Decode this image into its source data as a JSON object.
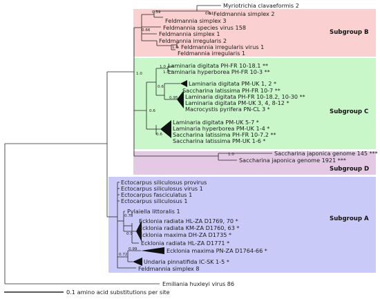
{
  "subgroups": {
    "b": {
      "label": "Subgroup B",
      "color": "#fbd0d0"
    },
    "c": {
      "label": "Subgroup C",
      "color": "#c9f7c9"
    },
    "d": {
      "label": "Subgroup D",
      "color": "#e3c9e3"
    },
    "a": {
      "label": "Subgroup A",
      "color": "#cacaf8"
    }
  },
  "taxa": {
    "myrio": "Myriotrichia clavaeformis 2",
    "fsimp2": "Feldmannia simplex 2",
    "fsimp3": "Feldmannia simplex 3",
    "fsv158": "Feldmannia species virus 158",
    "fsimp1": "Feldmannia simplex 1",
    "firr2": "Feldmannia irregularis 2",
    "firrv1": "Feldmannia irregularis virus 1",
    "firr1": "Feldmannia irregularis 1",
    "ldig_fr": "Laminaria digitata PH-FR 10-18.1 **",
    "lhyp_fr": "Laminaria hyperborea PH-FR 10-3 **",
    "ldig_uk12": "Laminaria digitata PM-UK 1, 2 *",
    "slat_fr7": "Saccharina latissima PH-FR 10-7 **",
    "ldig_fr2": "Laminaria digitata PH-FR 10-18.2, 10-30 **",
    "ldig_uk3": "Laminaria digitata PM-UK 3, 4, 8-12 *",
    "macro": "Macrocystis pyrifera PN-CL 3 *",
    "ldig_uk57": "Laminaria digitata PM-UK 5-7 *",
    "lhyp_uk": "Laminaria hyperborea PM-UK 1-4 *",
    "slat_fr72": "Saccharina latissima PH-FR 10-7.2 **",
    "slat_uk": "Saccharina latissima PM-UK 1-6 *",
    "sjap145": "Saccharina japonica genome 145 ***",
    "sjap1921": "Saccharina japonica genome 1921 ***",
    "ecto_prov": "Ectocarpus siliculosus provirus",
    "ecto_v1": "Ectocarpus siliculosus virus 1",
    "ecto_fasc": "Ectocarpus fasciculatus 1",
    "ecto_sil1": "Ectocarpus siliculosus 1",
    "pyl": "Pylaiella littoralis 1",
    "eck_hl1769": "Ecklonia radiata HL-ZA D1769, 70 *",
    "eck_km": "Ecklonia radiata KM-ZA D1760, 63 *",
    "eck_dh": "Ecklonia maxima DH-ZA D1735 *",
    "eck_hl1771": "Ecklonia radiata HL-ZA D1771 *",
    "eck_pn": "Ecklonia maxima PN-ZA D1764-66 *",
    "undaria": "Undaria pinnatifida IC-SK 1-5 *",
    "fsimp8": "Feldmannia simplex 8",
    "ehux": "Emiliania huxleyi virus 86"
  },
  "support": {
    "s059": "0.59",
    "s051": "0.51",
    "s066": "0.66",
    "s10_firr": "1.0",
    "s10_root": "1.0",
    "s10_lam": "1.0",
    "s10_c1": "1.0",
    "s06_c1": "0.6",
    "s095": "0.95",
    "s06_c2": "0.6",
    "s06_c3": "0.6",
    "s10_d": "1.0",
    "s078": "0.78",
    "s09": "0.9",
    "s099": "0.99",
    "s072": "0.72"
  },
  "scale_label": "0.1 amino acid substitutions per site"
}
